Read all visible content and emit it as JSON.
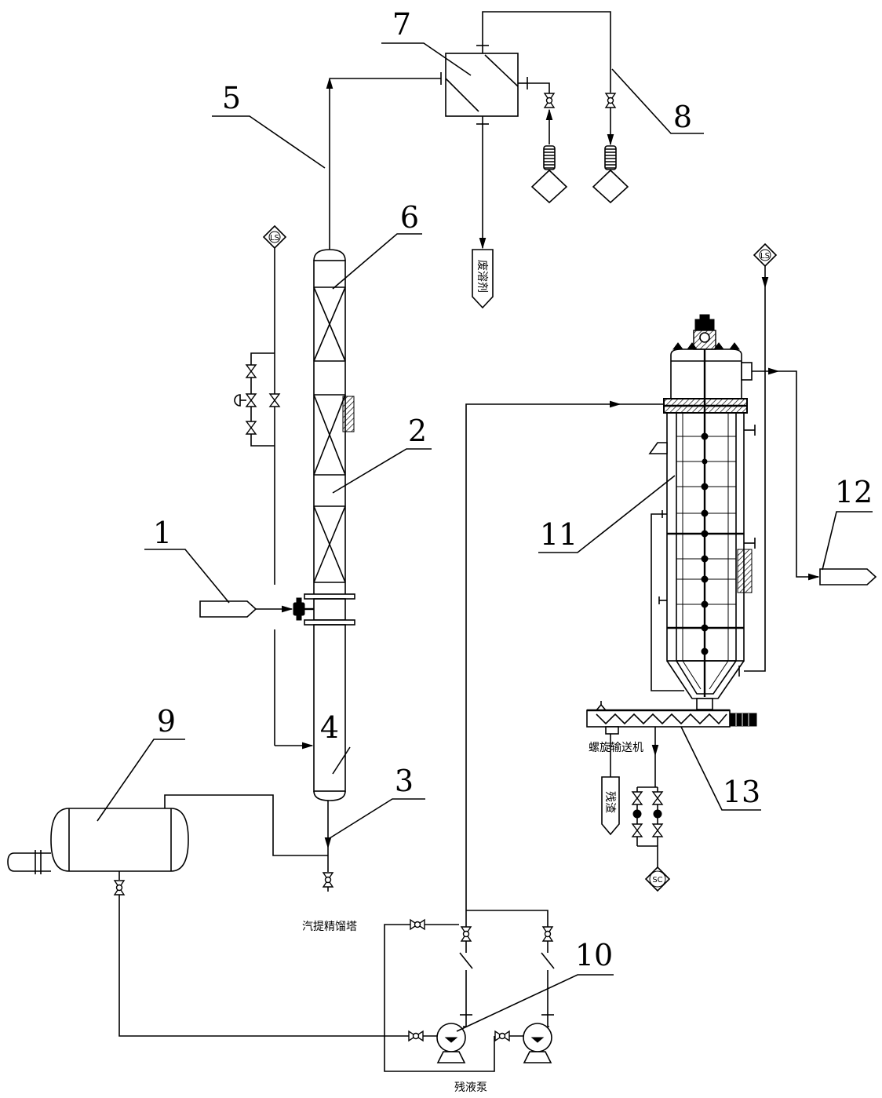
{
  "callouts": {
    "n1": "1",
    "n2": "2",
    "n3": "3",
    "n4": "4",
    "n5": "5",
    "n6": "6",
    "n7": "7",
    "n8": "8",
    "n9": "9",
    "n10": "10",
    "n11": "11",
    "n12": "12",
    "n13": "13"
  },
  "instrument_tags": {
    "ls_column": "LS",
    "ls_reactor": "LS",
    "sc_reactor": "SC"
  },
  "stream_flags": {
    "waste_solvent": "废溶剂",
    "residue": "残渣"
  },
  "captions": {
    "column": "汽提精馏塔",
    "conveyor": "螺旋输送机",
    "pump": "残液泵"
  }
}
